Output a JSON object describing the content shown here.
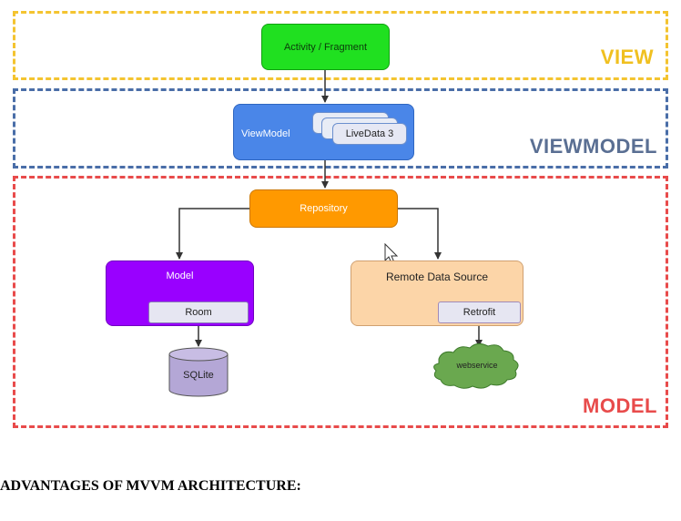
{
  "layers": {
    "view": "VIEW",
    "viewmodel": "VIEWMODEL",
    "model": "MODEL"
  },
  "nodes": {
    "activity": "Activity / Fragment",
    "viewmodel": "ViewModel",
    "livedata": "LiveData 3",
    "repository": "Repository",
    "model": "Model",
    "room": "Room",
    "sqlite": "SQLite",
    "remote": "Remote Data Source",
    "retrofit": "Retrofit",
    "webservice": "webservice"
  },
  "colors": {
    "view_border": "#f4c430",
    "viewmodel_border": "#4a6ea8",
    "model_border": "#e84b4b",
    "activity_fill": "#20e020",
    "viewmodel_fill": "#4a86e8",
    "repository_fill": "#ff9900",
    "model_fill": "#9900ff",
    "remote_fill": "#fcd5a8",
    "sqlite_fill": "#b4a7d6",
    "webservice_fill": "#6aa84f"
  },
  "heading": "ADVANTAGES OF MVVM ARCHITECTURE:"
}
